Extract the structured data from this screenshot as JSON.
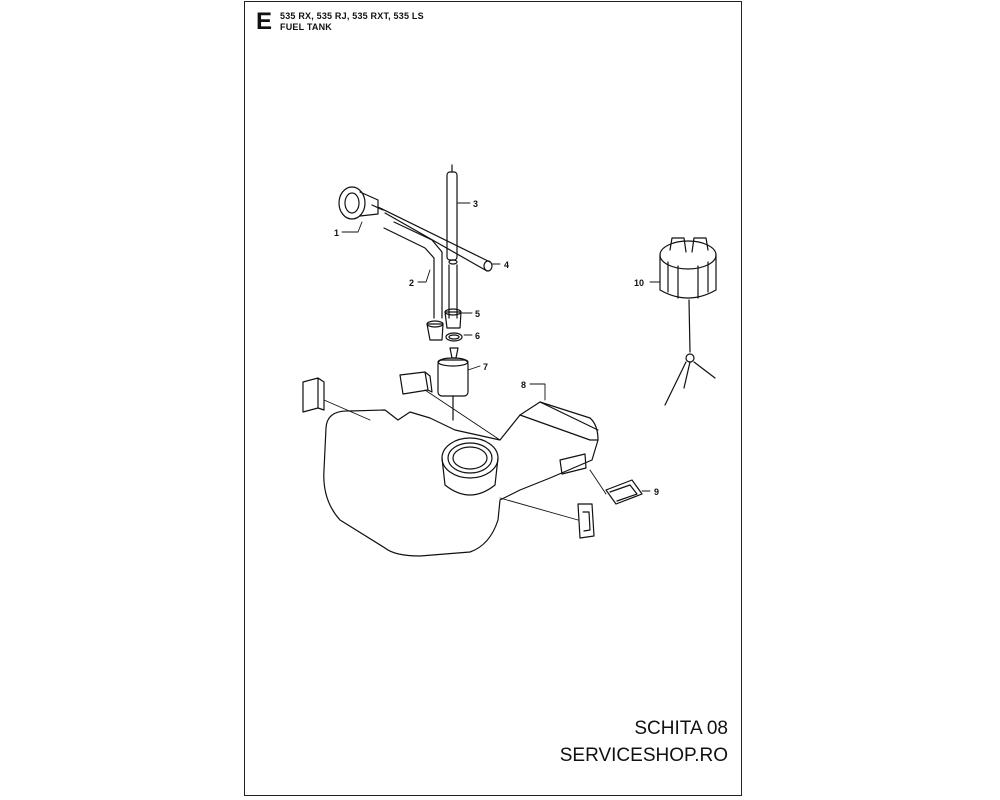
{
  "section_letter": "E",
  "header": {
    "models": "535 RX, 535 RJ, 535 RXT, 535 LS",
    "title": "FUEL TANK"
  },
  "callouts": [
    "1",
    "2",
    "3",
    "4",
    "5",
    "6",
    "7",
    "8",
    "9",
    "10"
  ],
  "footer": {
    "sheet": "SCHITA 08",
    "site": "SERVICESHOP.RO"
  }
}
